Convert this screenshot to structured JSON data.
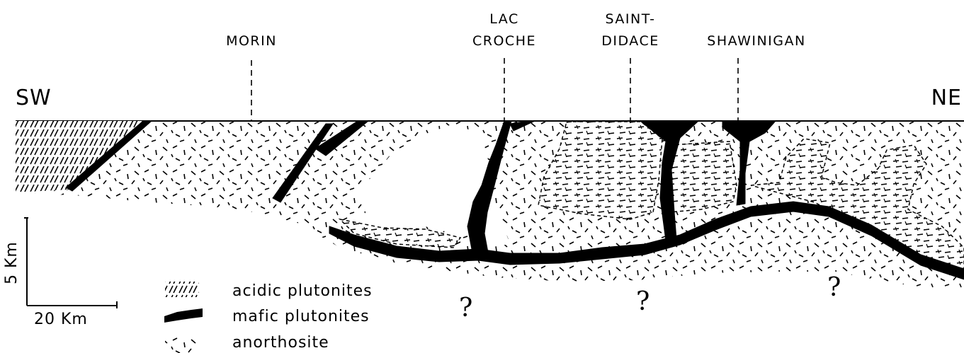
{
  "cross_section": {
    "left_end": "SW",
    "right_end": "NE",
    "localities": [
      {
        "lines": [
          "MORIN"
        ]
      },
      {
        "lines": [
          "LAC",
          "CROCHE"
        ]
      },
      {
        "lines": [
          "SAINT-",
          "DIDACE"
        ]
      },
      {
        "lines": [
          "SHAWINIGAN"
        ]
      }
    ],
    "unknown_marker": "?"
  },
  "scale_bar": {
    "vertical": "5 Km",
    "horizontal": "20 Km"
  },
  "legend": [
    {
      "label": "acidic plutonites"
    },
    {
      "label": "mafic plutonites"
    },
    {
      "label": "anorthosite"
    }
  ]
}
